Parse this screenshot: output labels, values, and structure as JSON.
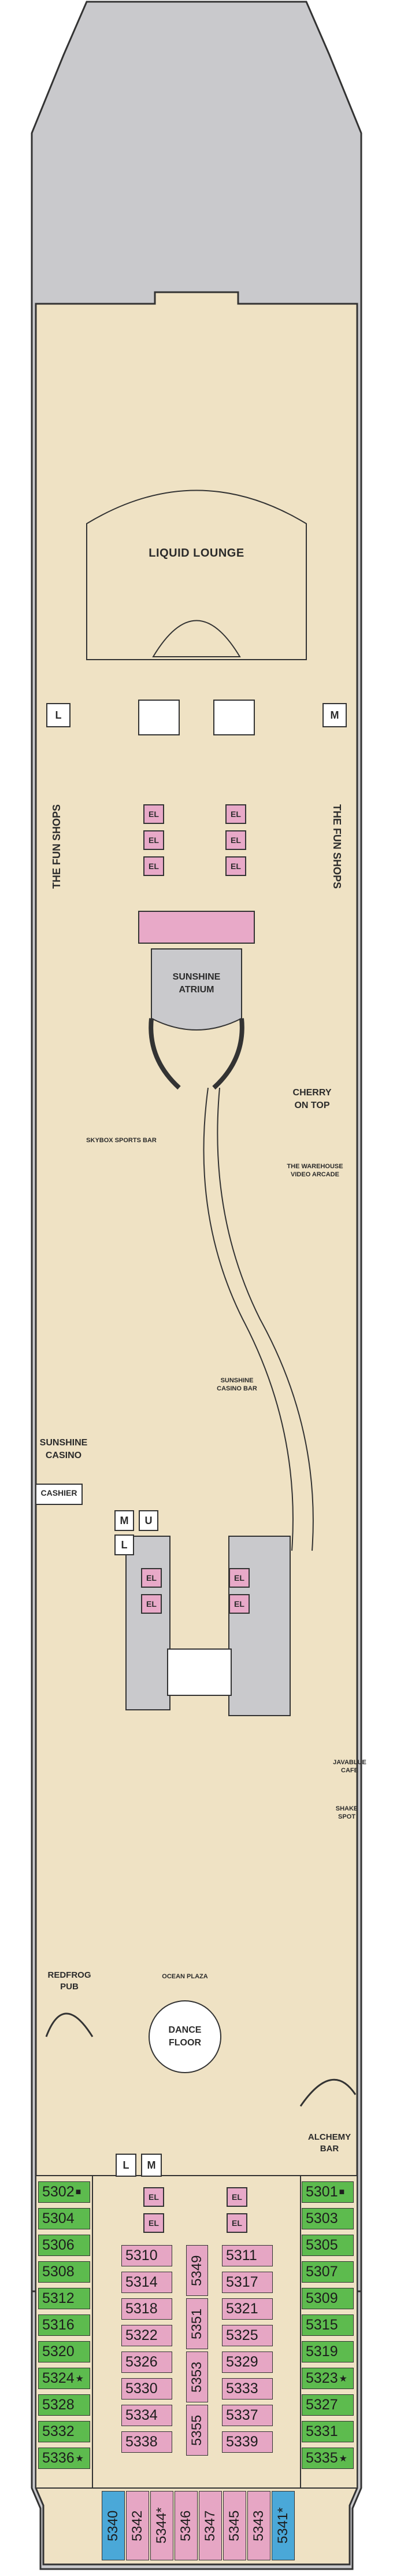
{
  "map": {
    "colors": {
      "hull": "#c9c9cc",
      "floor": "#efe2c4",
      "wall": "#333333",
      "elevator": "#e8a9c8",
      "cabin_green": "#5dbb4e",
      "cabin_pink": "#e6a6c4",
      "cabin_blue": "#4aa8d8"
    },
    "venues": {
      "liquid_lounge": "LIQUID LOUNGE",
      "fun_shops_left": "THE FUN SHOPS",
      "fun_shops_right": "THE FUN SHOPS",
      "sunshine_atrium_1": "SUNSHINE",
      "sunshine_atrium_2": "ATRIUM",
      "cherry_1": "CHERRY",
      "cherry_2": "ON TOP",
      "skybox": "SKYBOX SPORTS BAR",
      "warehouse_1": "THE WAREHOUSE",
      "warehouse_2": "VIDEO ARCADE",
      "casino_1": "SUNSHINE",
      "casino_2": "CASINO",
      "casino_bar_1": "SUNSHINE",
      "casino_bar_2": "CASINO BAR",
      "cashier": "CASHIER",
      "javablue_1": "JAVABLUE",
      "javablue_2": "CAFE",
      "shake_1": "SHAKE",
      "shake_2": "SPOT",
      "redfrog_1": "REDFROG",
      "redfrog_2": "PUB",
      "dance_1": "DANCE",
      "dance_2": "FLOOR",
      "ocean_plaza": "OCEAN PLAZA",
      "alchemy_1": "ALCHEMY",
      "alchemy_2": "BAR"
    },
    "facilities": {
      "l": "L",
      "m": "M",
      "u": "U",
      "el": "EL"
    },
    "cabins": {
      "left_green": [
        "5302",
        "5304",
        "5306",
        "5308",
        "5312",
        "5316",
        "5320",
        "5324",
        "5328",
        "5332",
        "5336"
      ],
      "left_green_marks": [
        "■",
        "",
        "",
        "",
        "",
        "",
        "",
        "★",
        "",
        "",
        "★"
      ],
      "right_green": [
        "5301",
        "5303",
        "5305",
        "5307",
        "5309",
        "5315",
        "5319",
        "5323",
        "5327",
        "5331",
        "5335"
      ],
      "right_green_marks": [
        "■",
        "",
        "",
        "",
        "",
        "",
        "",
        "★",
        "",
        "",
        "★"
      ],
      "center_left": [
        "5310",
        "5314",
        "5318",
        "5322",
        "5326",
        "5330",
        "5334",
        "5338"
      ],
      "center_right": [
        "5311",
        "5317",
        "5321",
        "5325",
        "5329",
        "5333",
        "5337",
        "5339"
      ],
      "center_vertical": [
        "5349",
        "5351",
        "5353",
        "5355"
      ],
      "forward": [
        "5340",
        "5342",
        "5344",
        "5346",
        "5347",
        "5345",
        "5343",
        "5341"
      ],
      "forward_marks": [
        "",
        "",
        "*",
        "",
        "",
        "",
        "",
        "*"
      ]
    }
  }
}
